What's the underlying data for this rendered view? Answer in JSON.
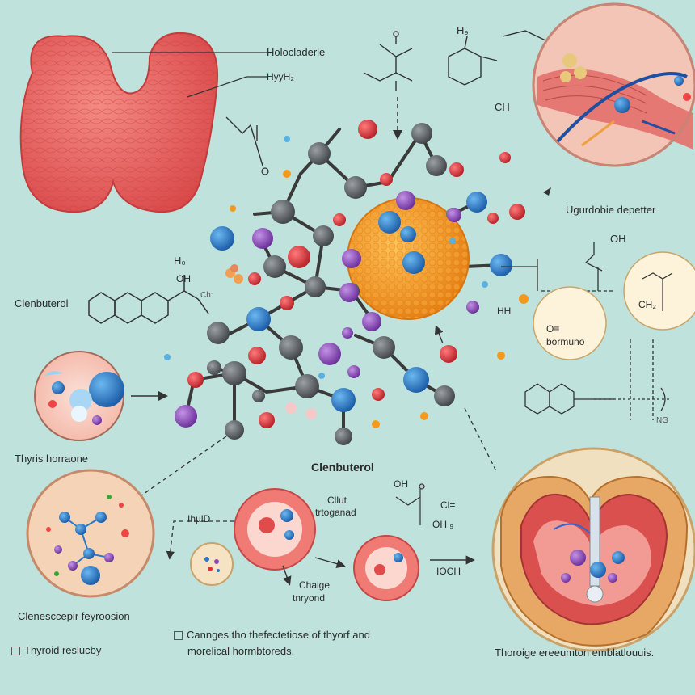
{
  "labels": {
    "holodaderle": "Holocladerle",
    "hyy": "HyyH₂",
    "h9_top": "H₉",
    "ch_top": "CH",
    "upgradable": "Ugurdobie depetter",
    "oh_right": "OH",
    "clenbuterol_left": "Clenbuterol",
    "h0": "H₀",
    "oh_left": "OH",
    "hh": "HH",
    "bormuno_o": "O≡",
    "bormuno": "bormuno",
    "thyris": "Thyris horraone",
    "clenbuterol_center": "Clenbuterol",
    "cilut": "Cllut",
    "trogand": "trtoganad",
    "oh_mid": "OH",
    "cl_mid": "Cl=",
    "oh_s": "OH ₉",
    "ihd": "IhµlD",
    "iooch": "IOCH",
    "chaige": "Chaige",
    "thryond": "tnryond",
    "clenescopir": "Clenesccepir feyroosion",
    "thyroid_red": "Thyroid reslucby",
    "cannges1": "Cannges tho thefectetiose of thyorf and",
    "cannges2": "morelical hormbtoreds.",
    "thorioge": "Thoroige ereeumton emblatlouuis.",
    "ch_ring": "CH₂",
    "ch_small": "Ch:",
    "ng": "NG"
  },
  "colors": {
    "background": "#bfe3dc",
    "thyroid": "#e8625e",
    "orange_sphere": "#f39a1d",
    "atom_gray": "#5d6165",
    "atom_blue": "#2a78c8",
    "atom_red": "#d8343a",
    "atom_purple": "#8b47b8"
  },
  "icons": [
    "thyroid-gland-icon",
    "molecule-icon",
    "cell-icon",
    "muscle-icon",
    "cross-section-icon"
  ]
}
